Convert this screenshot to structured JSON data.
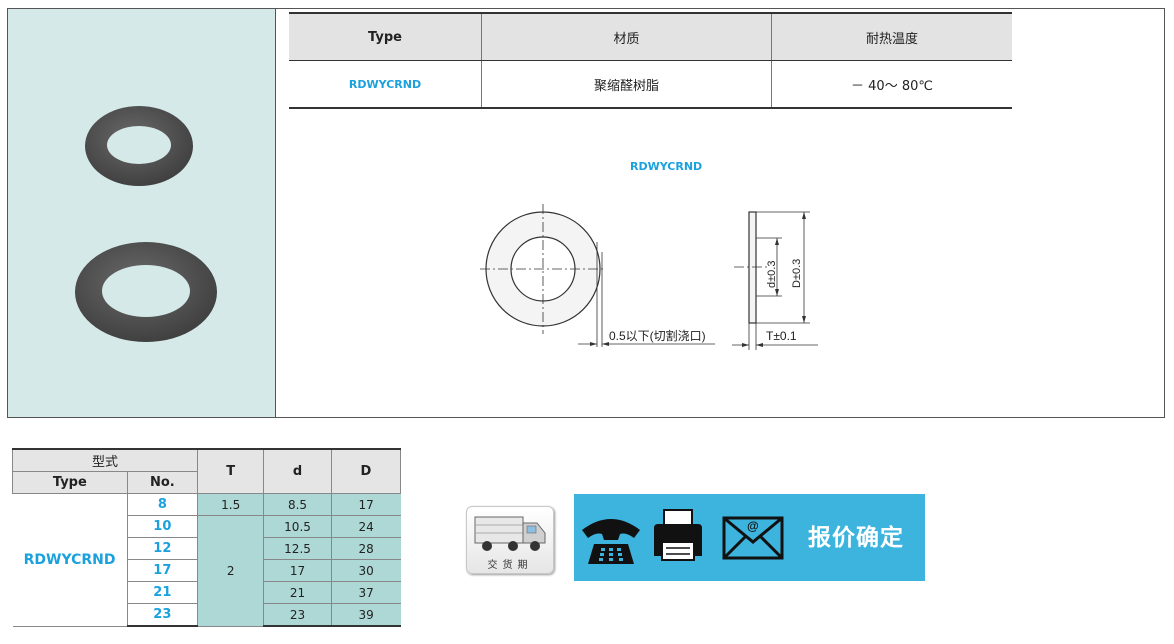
{
  "material_table": {
    "headers": [
      "Type",
      "材质",
      "耐热温度"
    ],
    "row": {
      "type": "RDWYCRND",
      "material": "聚缩醛树脂",
      "temperature": "－ 40～ 80℃"
    }
  },
  "drawing": {
    "title": "RDWYCRND",
    "gate_note": "0.5以下(切割浇口)",
    "dim_d": "d±0.3",
    "dim_D": "D±0.3",
    "dim_T": "T±0.1"
  },
  "spec_table": {
    "group_header": "型式",
    "headers": {
      "type": "Type",
      "no": "No.",
      "t": "T",
      "d": "d",
      "D": "D"
    },
    "type_label": "RDWYCRND",
    "rows": [
      {
        "no": "8",
        "t": "1.5",
        "d": "8.5",
        "D": "17"
      },
      {
        "no": "10",
        "t": "2",
        "d": "10.5",
        "D": "24"
      },
      {
        "no": "12",
        "t": "",
        "d": "12.5",
        "D": "28"
      },
      {
        "no": "17",
        "t": "",
        "d": "17",
        "D": "30"
      },
      {
        "no": "21",
        "t": "",
        "d": "21",
        "D": "37"
      },
      {
        "no": "23",
        "t": "",
        "d": "23",
        "D": "39"
      }
    ]
  },
  "actions": {
    "delivery_label": "交货期",
    "quote_label": "报价确定",
    "phone_icon": "phone-icon",
    "fax_icon": "fax-icon",
    "mail_icon": "mail-icon",
    "bar_color": "#3cb4de",
    "accent_color": "#1ba1dd"
  }
}
